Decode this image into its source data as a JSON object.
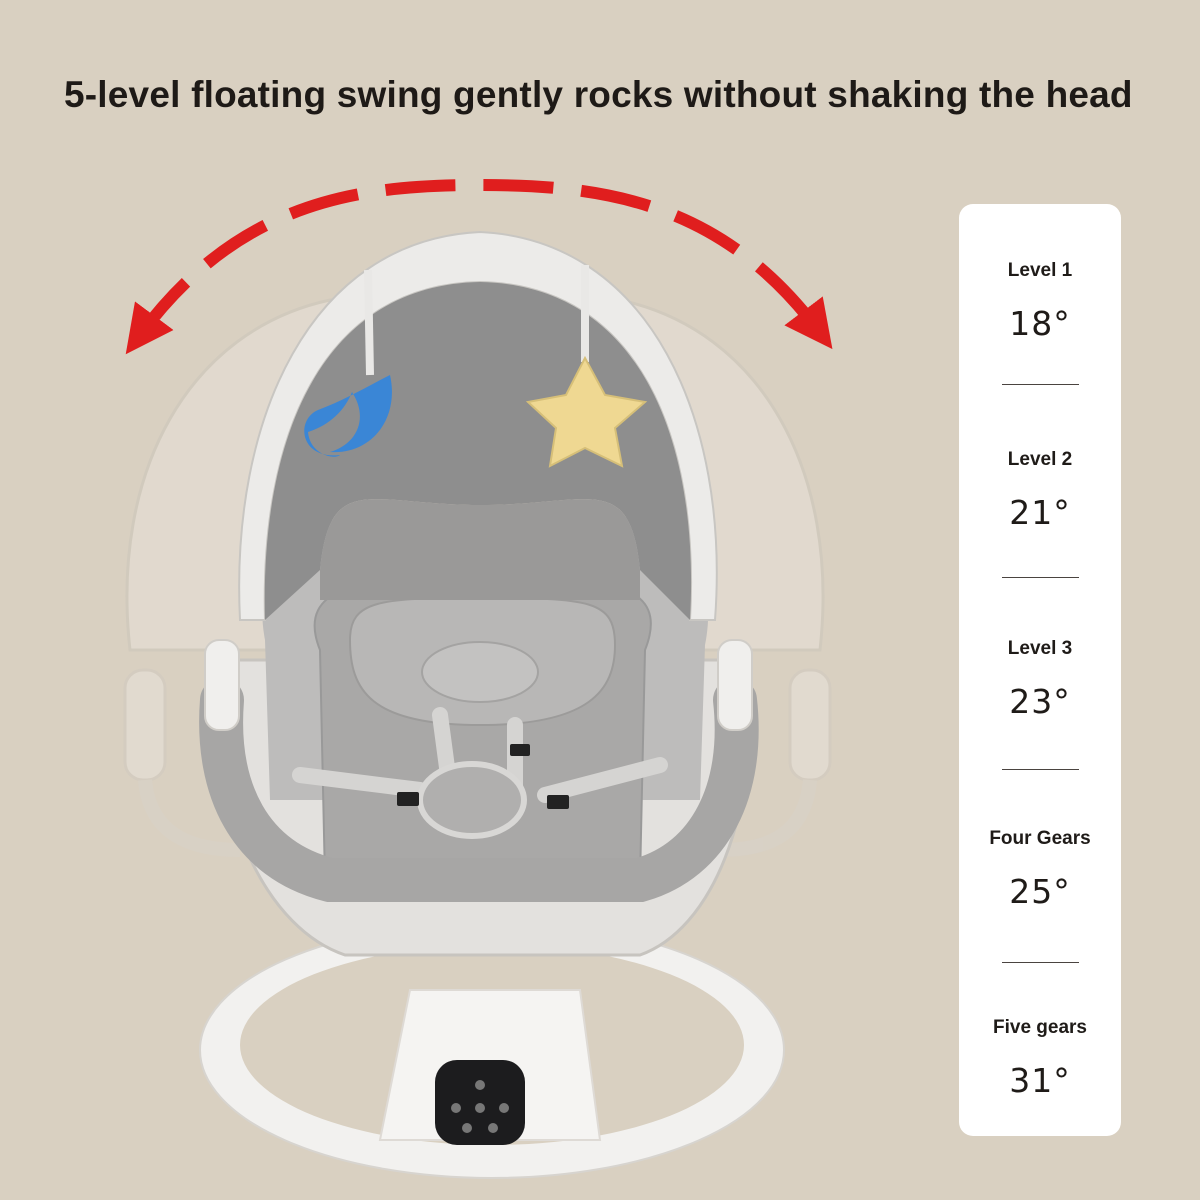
{
  "headline": "5-level floating swing gently rocks without shaking the head",
  "levels": [
    {
      "name": "Level 1",
      "angle": "18°"
    },
    {
      "name": "Level 2",
      "angle": "21°"
    },
    {
      "name": "Level 3",
      "angle": "23°"
    },
    {
      "name": "Four Gears",
      "angle": "25°"
    },
    {
      "name": "Five gears",
      "angle": "31°"
    }
  ],
  "colors": {
    "background": "#d9d0c1",
    "arrow": "#e01e1e",
    "card": "#ffffff",
    "text": "#1e1a17"
  },
  "icons": {
    "arrow": "swing-arc-arrow-icon",
    "toy_moon": "moon-toy-icon",
    "toy_star": "star-toy-icon"
  }
}
